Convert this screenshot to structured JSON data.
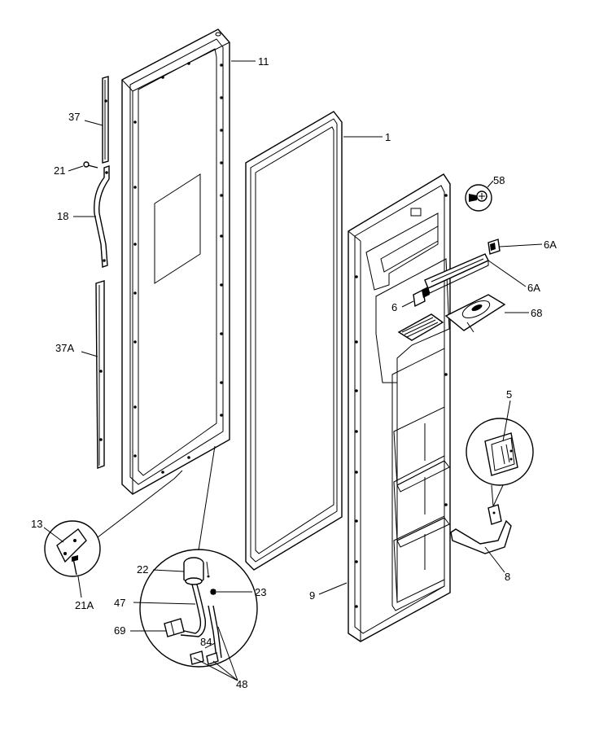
{
  "diagram": {
    "callouts": {
      "c11": "11",
      "c1": "1",
      "c37": "37",
      "c21": "21",
      "c18": "18",
      "c37a": "37A",
      "c58": "58",
      "c6a_top": "6A",
      "c6a_mid": "6A",
      "c6": "6",
      "c68": "68",
      "c5": "5",
      "c8": "8",
      "c9": "9",
      "c13": "13",
      "c21a": "21A",
      "c22": "22",
      "c23": "23",
      "c47": "47",
      "c69": "69",
      "c84": "84",
      "c48": "48"
    }
  }
}
